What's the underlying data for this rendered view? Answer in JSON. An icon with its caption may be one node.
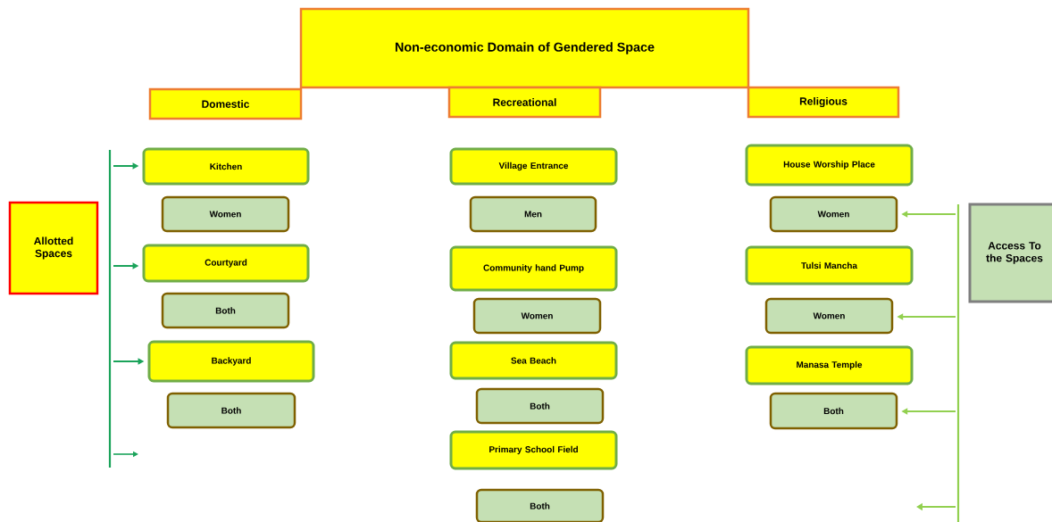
{
  "diagram": {
    "title": "Non-economic Domain of Gendered Space",
    "nodes": [
      {
        "text": [
          "Domestic"
        ]
      },
      {
        "text": [
          "Recreational"
        ]
      },
      {
        "text": [
          "Religious"
        ]
      },
      {
        "text": [
          "Kitchen"
        ]
      },
      {
        "text": [
          "Women"
        ]
      },
      {
        "text": [
          "Courtyard"
        ]
      },
      {
        "text": [
          "Both"
        ]
      },
      {
        "text": [
          "Backyard"
        ]
      },
      {
        "text": [
          "Both"
        ]
      },
      {
        "text": [
          "Village Entrance"
        ]
      },
      {
        "text": [
          "Men"
        ]
      },
      {
        "text": [
          "Community hand Pump"
        ]
      },
      {
        "text": [
          "Women"
        ]
      },
      {
        "text": [
          "Sea Beach"
        ]
      },
      {
        "text": [
          "Both"
        ]
      },
      {
        "text": [
          "Primary School Field"
        ]
      },
      {
        "text": [
          "Both"
        ]
      },
      {
        "text": [
          "House Worship Place"
        ]
      },
      {
        "text": [
          "Women"
        ]
      },
      {
        "text": [
          "Tulsi Mancha"
        ]
      },
      {
        "text": [
          "Women"
        ]
      },
      {
        "text": [
          "Manasa Temple"
        ]
      },
      {
        "text": [
          "Both"
        ]
      },
      {
        "text": [
          "Allotted Spaces"
        ]
      },
      {
        "text": [
          "Access To the Spaces"
        ]
      }
    ],
    "edges": [
      {
        "from": null,
        "to": 3,
        "arrow": "to",
        "color": "#1aa35a"
      },
      {
        "from": null,
        "to": 5,
        "arrow": "to",
        "color": "#1aa35a"
      },
      {
        "from": null,
        "to": 7,
        "arrow": "to",
        "color": "#1aa35a"
      },
      {
        "from": null,
        "to": 18,
        "arrow": "to",
        "color": "#92d050"
      },
      {
        "from": null,
        "to": 20,
        "arrow": "to",
        "color": "#92d050"
      },
      {
        "from": null,
        "to": 22,
        "arrow": "to",
        "color": "#92d050"
      }
    ]
  }
}
